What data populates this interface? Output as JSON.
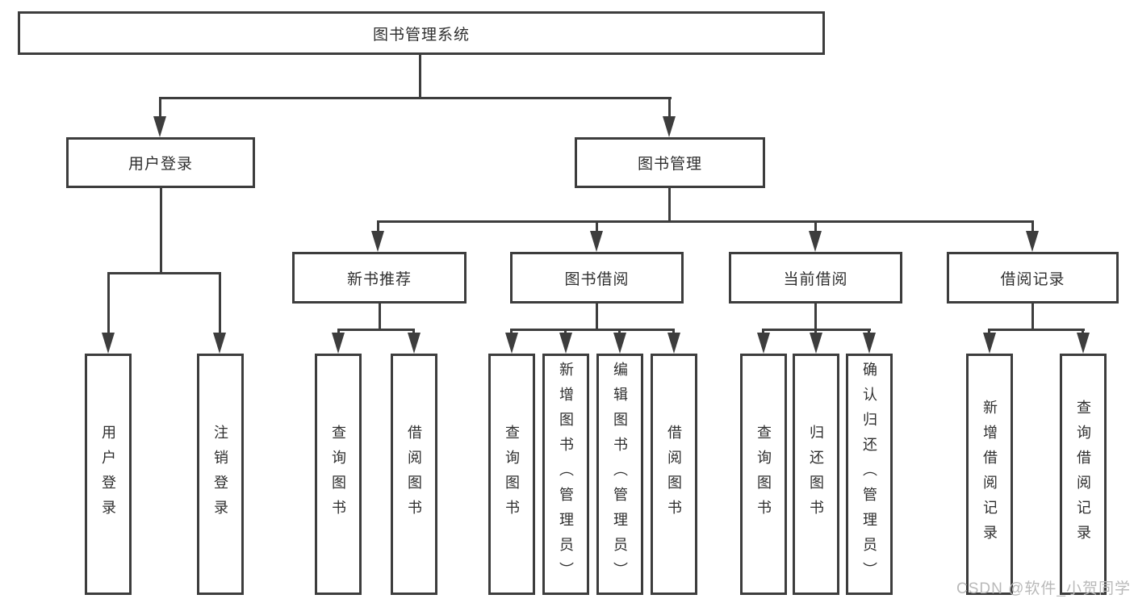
{
  "diagram_type": "hierarchy-tree",
  "colors": {
    "line": "#3d3d3d",
    "node_text": "#2f2f2f",
    "background": "#ffffff",
    "watermark": "#b9b9b9"
  },
  "watermark": {
    "text": "CSDN @软件_小贺同学"
  },
  "tree": {
    "label": "图书管理系统",
    "children": [
      {
        "label": "用户登录",
        "children": [
          {
            "label": "用户登录"
          },
          {
            "label": "注销登录"
          }
        ]
      },
      {
        "label": "图书管理",
        "children": [
          {
            "label": "新书推荐",
            "children": [
              {
                "label": "查询图书"
              },
              {
                "label": "借阅图书"
              }
            ]
          },
          {
            "label": "图书借阅",
            "children": [
              {
                "label": "查询图书"
              },
              {
                "label": "新增图书（管理员）"
              },
              {
                "label": "编辑图书（管理员）"
              },
              {
                "label": "借阅图书"
              }
            ]
          },
          {
            "label": "当前借阅",
            "children": [
              {
                "label": "查询图书"
              },
              {
                "label": "归还图书"
              },
              {
                "label": "确认归还（管理员）"
              }
            ]
          },
          {
            "label": "借阅记录",
            "children": [
              {
                "label": "新增借阅记录"
              },
              {
                "label": "查询借阅记录"
              }
            ]
          }
        ]
      }
    ]
  }
}
